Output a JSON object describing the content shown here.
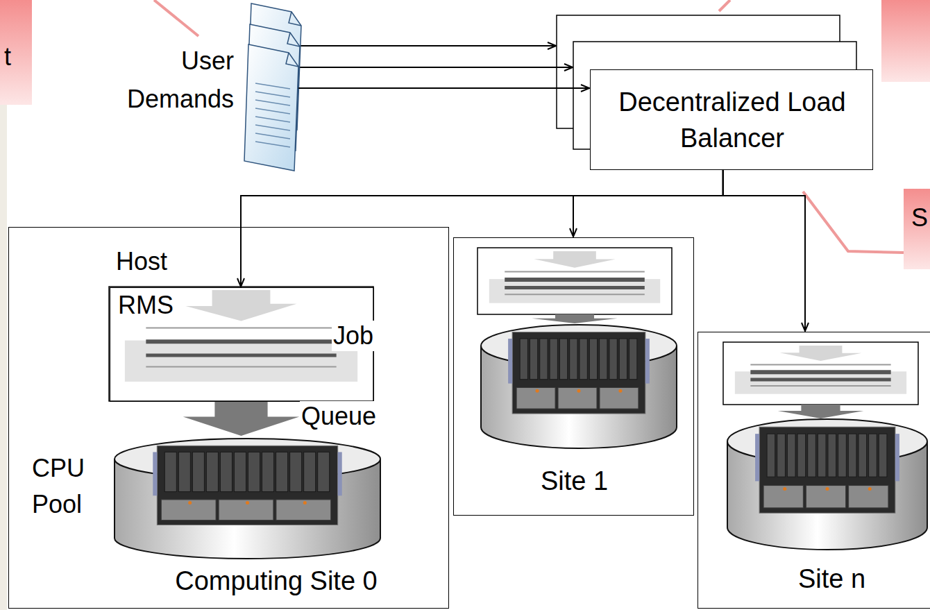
{
  "diagram": {
    "nodes": [
      {
        "text": [
          "User Demands"
        ]
      },
      {
        "text": [
          "Decentralized Load Balancer"
        ]
      },
      {
        "text": [
          "Computing Site 0"
        ]
      },
      {
        "text": [
          "Host",
          "RMS"
        ],
        "in": 2
      },
      {
        "text": [
          "CPU Pool"
        ],
        "in": 2
      },
      {
        "text": [
          "Site 1"
        ]
      },
      {
        "text": [
          "Site n"
        ]
      }
    ],
    "edges": [
      {
        "from": 0,
        "to": 1,
        "arrow": "to"
      },
      {
        "from": 1,
        "to": 3,
        "arrow": "to"
      },
      {
        "from": 1,
        "to": 5,
        "arrow": "to"
      },
      {
        "from": 1,
        "to": 6,
        "arrow": "to"
      }
    ],
    "labels": [
      "t",
      "S",
      "Job",
      "Queue"
    ]
  }
}
